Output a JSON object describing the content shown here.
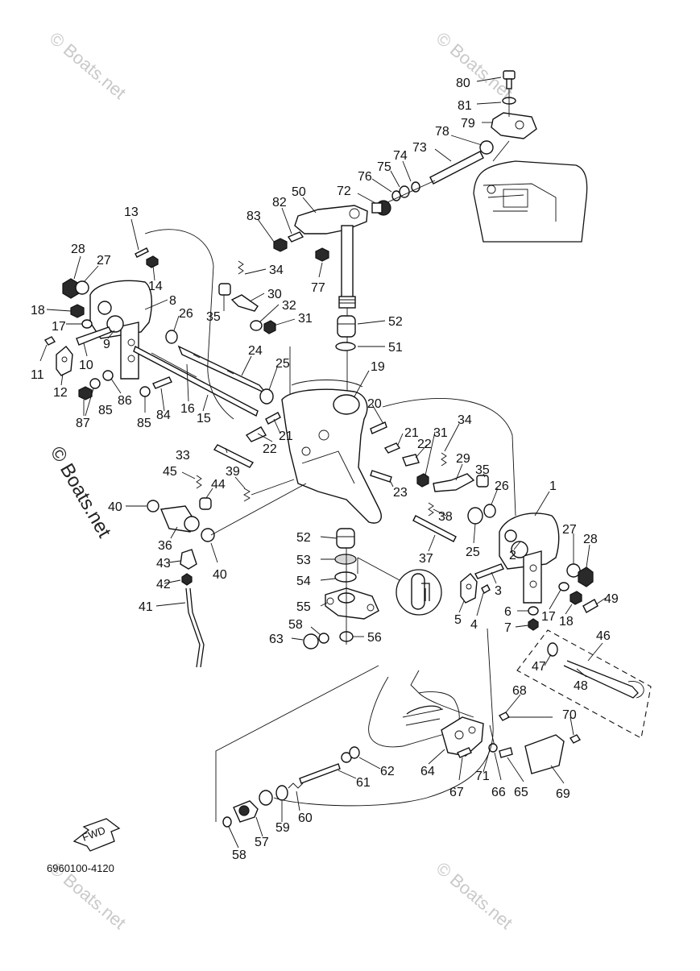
{
  "diagram": {
    "part_code": "6960100-4120",
    "fwd_label": "FWD",
    "watermarks": [
      "© Boats.net",
      "© Boats.net",
      "© Boats.net",
      "© Boats.net",
      "© Boats.net"
    ],
    "callouts": [
      "80",
      "81",
      "79",
      "78",
      "73",
      "74",
      "75",
      "76",
      "72",
      "50",
      "82",
      "83",
      "77",
      "52",
      "51",
      "19",
      "20",
      "13",
      "28",
      "27",
      "14",
      "18",
      "17",
      "8",
      "26",
      "9",
      "10",
      "11",
      "12",
      "87",
      "85",
      "86",
      "85",
      "84",
      "16",
      "15",
      "24",
      "25",
      "34",
      "35",
      "30",
      "32",
      "31",
      "22",
      "21",
      "33",
      "45",
      "44",
      "39",
      "40",
      "36",
      "43",
      "42",
      "41",
      "40",
      "21",
      "31",
      "22",
      "34",
      "29",
      "35",
      "26",
      "23",
      "38",
      "37",
      "25",
      "1",
      "27",
      "28",
      "2",
      "3",
      "4",
      "5",
      "6",
      "7",
      "17",
      "18",
      "49",
      "46",
      "47",
      "48",
      "52",
      "53",
      "54",
      "55",
      "58",
      "63",
      "56",
      "68",
      "70",
      "69",
      "65",
      "66",
      "71",
      "67",
      "64",
      "62",
      "61",
      "60",
      "59",
      "57",
      "58"
    ]
  }
}
